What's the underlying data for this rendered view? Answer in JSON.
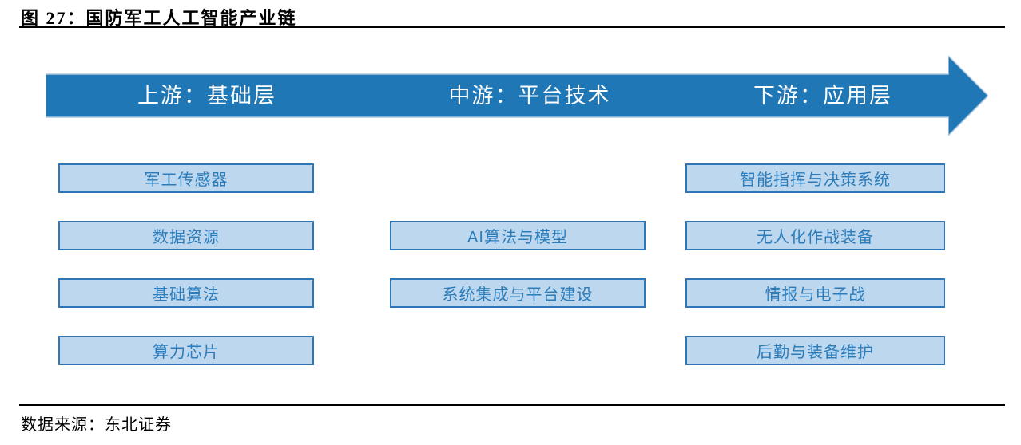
{
  "figure": {
    "title": "图 27：国防军工人工智能产业链",
    "source": "数据来源：东北证券"
  },
  "banner": {
    "color": "#2077B5",
    "stroke_color": "#AEC8E0",
    "segments": [
      {
        "label": "上游：基础层"
      },
      {
        "label": "中游：平台技术"
      },
      {
        "label": "下游：应用层"
      }
    ]
  },
  "columns": [
    {
      "stage": "上游：基础层",
      "items": [
        "军工传感器",
        "数据资源",
        "基础算法",
        "算力芯片"
      ]
    },
    {
      "stage": "中游：平台技术",
      "items": [
        "AI算法与模型",
        "系统集成与平台建设"
      ]
    },
    {
      "stage": "下游：应用层",
      "items": [
        "智能指挥与决策系统",
        "无人化作战装备",
        "情报与电子战",
        "后勤与装备维护"
      ]
    }
  ],
  "colors": {
    "banner_blue": "#2077B5",
    "box_fill": "#BDD7EE",
    "box_border": "#2E76B6",
    "box_text": "#2B7CBB",
    "rule_black": "#000000"
  }
}
